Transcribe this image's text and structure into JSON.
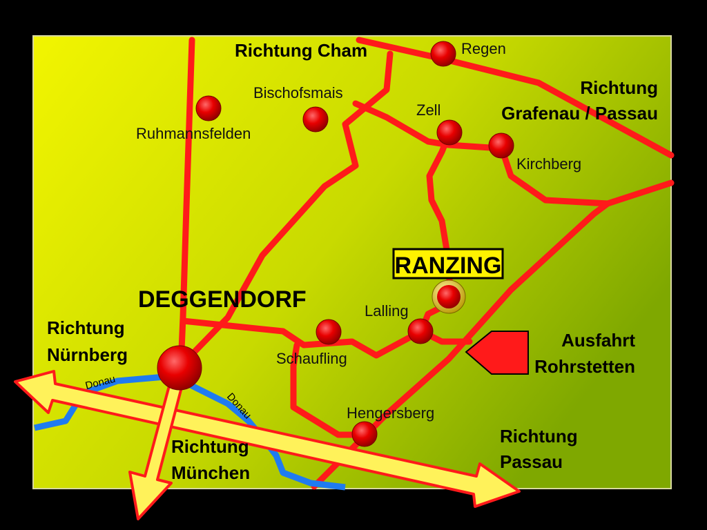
{
  "map": {
    "background_gradient": [
      "#f2f500",
      "#c8da00",
      "#7fa800"
    ],
    "road_color": "#ff1a1a",
    "river_color": "#1f7bf0",
    "motorway_fill": "#fff25a",
    "motorway_outline": "#ff1a1a",
    "marker_color": "#e00000"
  },
  "labels": {
    "richtung_cham": "Richtung Cham",
    "regen": "Regen",
    "bischofsmais": "Bischofsmais",
    "ruhmannsfelden": "Ruhmannsfelden",
    "zell": "Zell",
    "kirchberg": "Kirchberg",
    "richtung_grafenau_line1": "Richtung",
    "richtung_grafenau_line2": "Grafenau / Passau",
    "ranzing": "RANZING",
    "deggendorf": "DEGGENDORF",
    "lalling": "Lalling",
    "richtung_nuernberg_line1": "Richtung",
    "richtung_nuernberg_line2": "Nürnberg",
    "schaufling": "Schaufling",
    "ausfahrt_line1": "Ausfahrt",
    "ausfahrt_line2": "Rohrstetten",
    "donau_left": "Donau",
    "donau_right": "Donau",
    "hengersberg": "Hengersberg",
    "richtung_muenchen_line1": "Richtung",
    "richtung_muenchen_line2": "München",
    "richtung_passau_line1": "Richtung",
    "richtung_passau_line2": "Passau"
  }
}
